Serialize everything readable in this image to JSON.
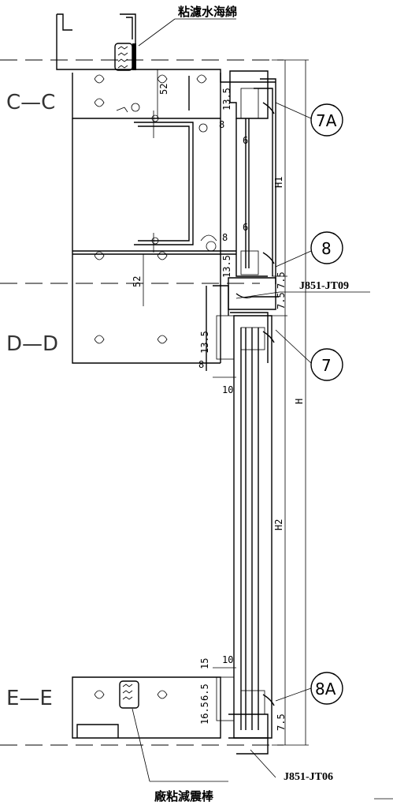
{
  "sections": [
    "C—C",
    "D—D",
    "E—E"
  ],
  "labels": {
    "top_material": "粘濾水海綿",
    "bottom_material": "廠粘減震棒",
    "code_mid": "J851-JT09",
    "code_bottom": "J851-JT06"
  },
  "callouts": [
    "7A",
    "8",
    "7",
    "8A"
  ],
  "dimensions": {
    "d52_top": "52",
    "d13_5_a": "13.5",
    "d8_a": "8",
    "d6_a": "6",
    "d8_b": "8",
    "d6_b": "6",
    "d13_5_b": "13.5",
    "d52_mid": "52",
    "d7_5_a": "7.5",
    "d7_5_b": "7.5",
    "d13_5_c": "13.5",
    "d8_c": "8",
    "d10_a": "10",
    "d15": "15",
    "d10_b": "10",
    "d6_5": "6.5",
    "d6_5_b": "16.5",
    "d7_5_c": "7.5"
  },
  "overall": {
    "h1": "H1",
    "h": "H",
    "h2": "H2"
  }
}
